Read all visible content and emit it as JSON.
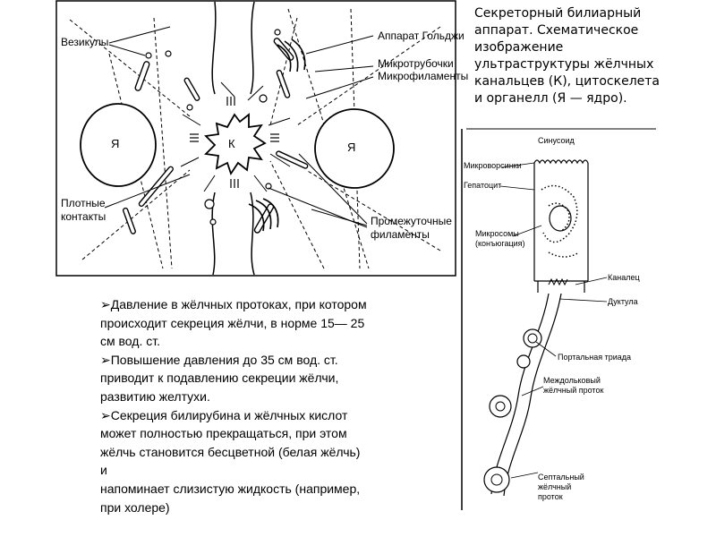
{
  "figure_ultrastructure": {
    "labels": {
      "vesicles": "Везикулы",
      "golgi": "Аппарат Гольджи",
      "microtubules": "Микротрубочки",
      "microfilaments": "Микрофиламенты",
      "tight_junctions_1": "Плотные",
      "tight_junctions_2": "контакты",
      "intermediate_1": "Промежуточные",
      "intermediate_2": "филаменты",
      "nucleus_left": "Я",
      "nucleus_right": "Я",
      "canaliculus": "К"
    }
  },
  "caption": {
    "line1": "Секреторный билиарный",
    "line2": "аппарат. Схематическое",
    "line3": "изображение",
    "line4": "ультраструктуры жёлчных",
    "line5": "канальцев (К), цитоскелета",
    "line6": "и органелл (Я — ядро)."
  },
  "figure_ducts": {
    "labels": {
      "sinusoid": "Синусоид",
      "microvilli": "Микроворсинки",
      "hepatocyte": "Гепатоцит",
      "microsomes_1": "Микросомы",
      "microsomes_2": "(конъюгация)",
      "canal": "Каналец",
      "ductule": "Дуктула",
      "portal_triad": "Портальная триада",
      "interlobular_1": "Междольковый",
      "interlobular_2": "жёлчный проток",
      "septal_1": "Септальный",
      "septal_2": "жёлчный",
      "septal_3": "проток"
    }
  },
  "bullets": {
    "arrow": "➢",
    "items": [
      {
        "l1": "Давление в жёлчных протоках, при котором",
        "l2": "происходит секреция жёлчи, в норме 15— 25",
        "l3": "см вод. ст."
      },
      {
        "l1": "Повышение давления до 35 см вод. ст.",
        "l2": "приводит к подавлению секреции жёлчи,",
        "l3": "развитию желтухи."
      },
      {
        "l1": "Секреция билирубина и жёлчных кислот",
        "l2": "может полностью прекращаться, при этом",
        "l3": "жёлчь становится бесцветной (белая жёлчь) и",
        "l4": "напоминает слизистую жидкость (например,",
        "l5": "при холере)"
      }
    ]
  }
}
